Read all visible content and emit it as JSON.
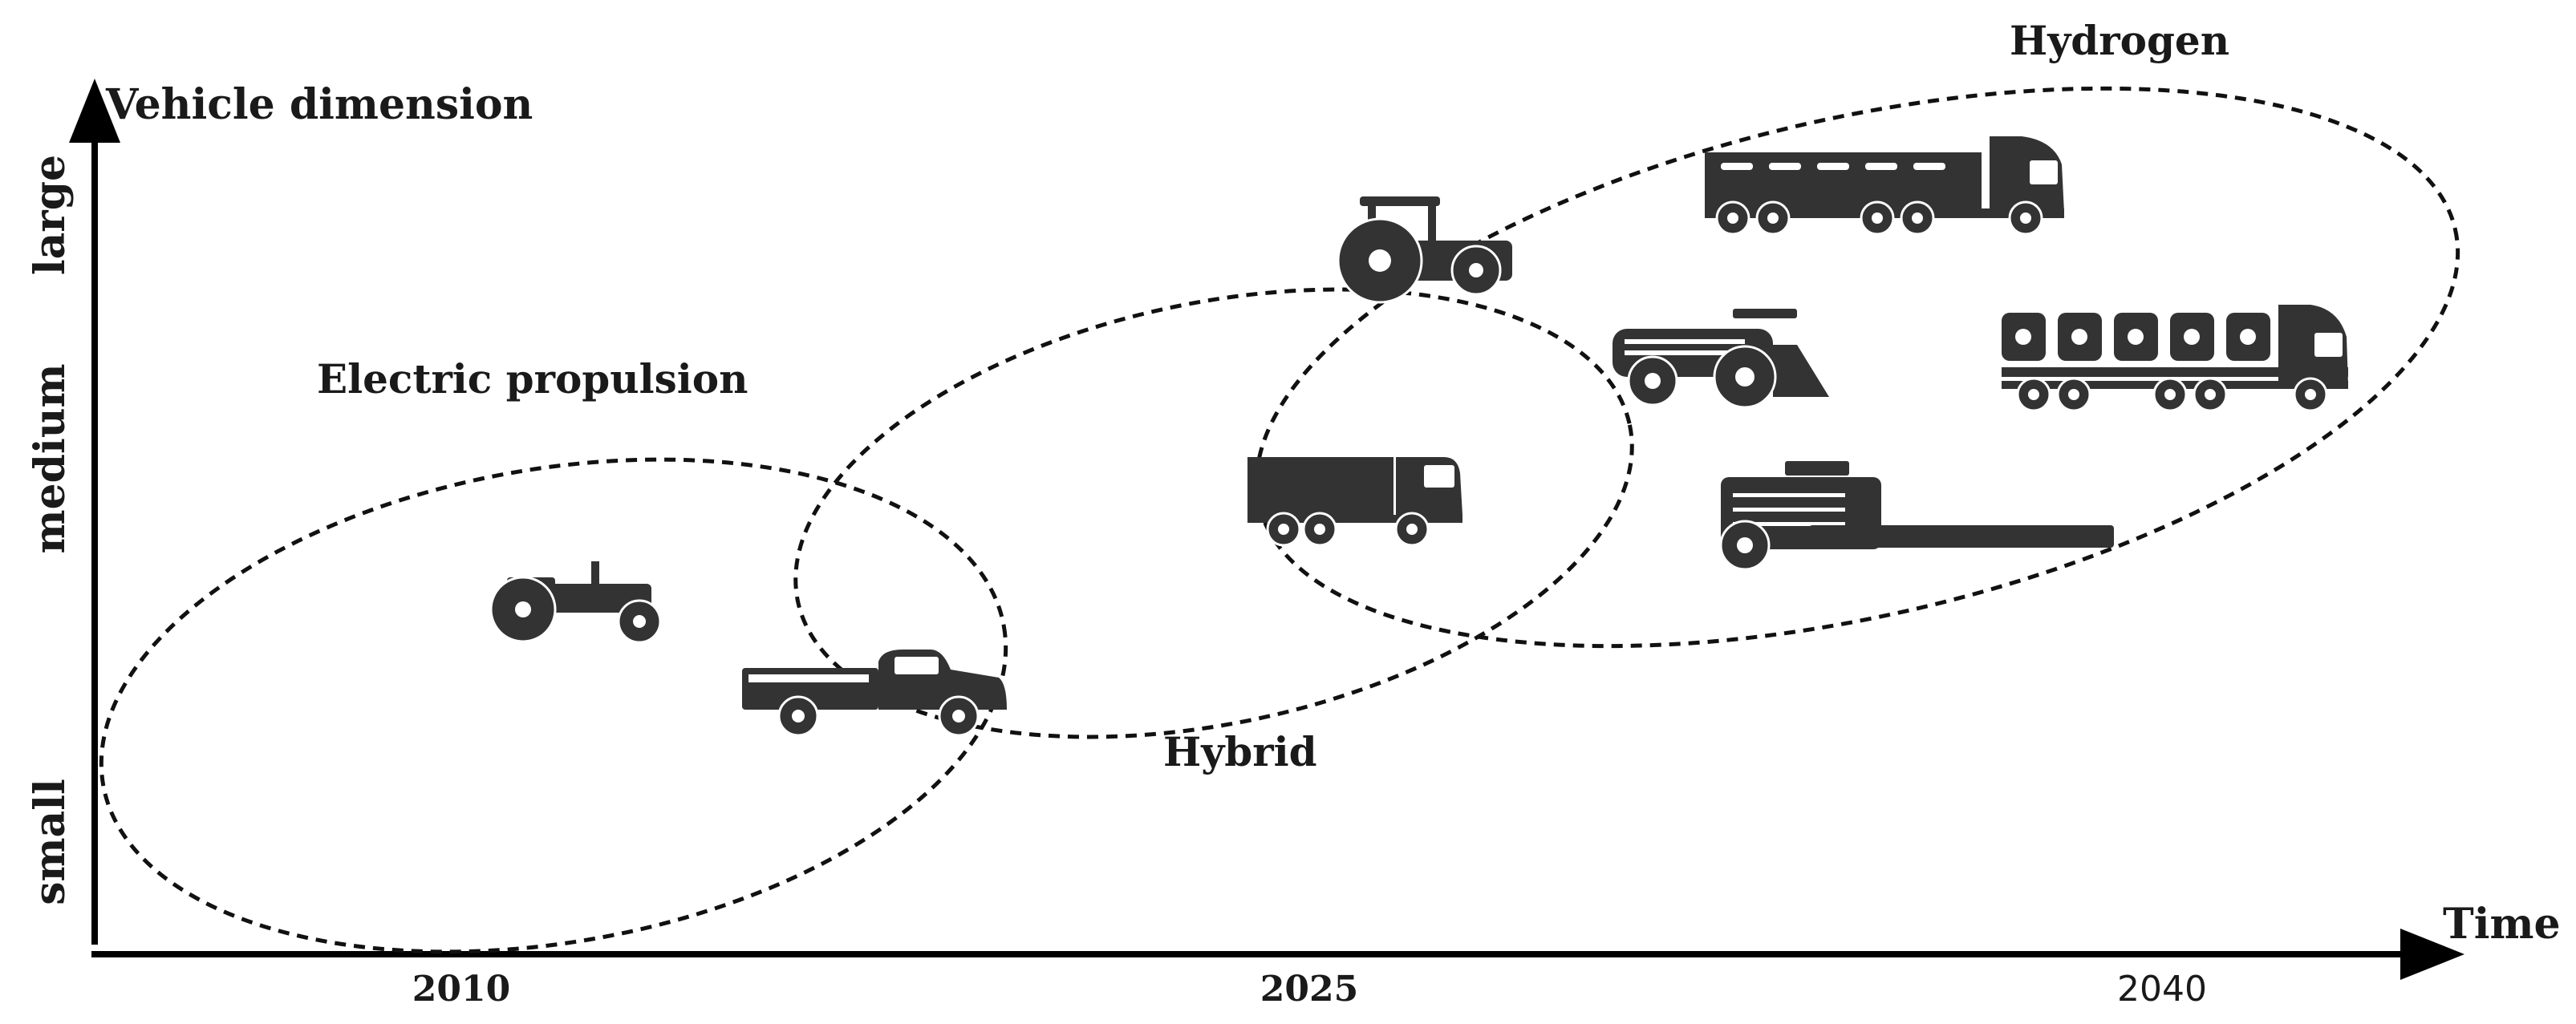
{
  "y_axis": {
    "title": "Vehicle dimension",
    "levels": [
      "small",
      "medium",
      "large"
    ]
  },
  "x_axis": {
    "title": "Time",
    "ticks": [
      "2010",
      "2025",
      "2040"
    ]
  },
  "groups": [
    {
      "label": "Electric propulsion"
    },
    {
      "label": "Hybrid"
    },
    {
      "label": "Hydrogen"
    }
  ],
  "vehicles": [
    {
      "icon": "small-tractor-icon"
    },
    {
      "icon": "pickup-truck-icon"
    },
    {
      "icon": "large-tractor-icon"
    },
    {
      "icon": "box-truck-icon"
    },
    {
      "icon": "forage-harvester-icon"
    },
    {
      "icon": "combine-harvester-icon"
    },
    {
      "icon": "semi-trailer-truck-icon"
    },
    {
      "icon": "flatbed-truck-icon"
    }
  ]
}
